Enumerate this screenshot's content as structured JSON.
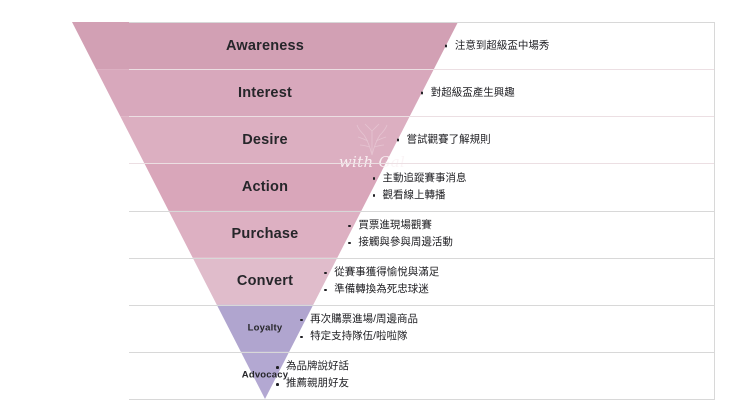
{
  "diagram": {
    "type": "inverted-funnel",
    "title_visible": false,
    "watermark": {
      "text": "with Gal",
      "mark_name": "floral-sketch-mark"
    },
    "colors": {
      "stage_1": "#d2a0b4",
      "stage_2": "#d8a8bc",
      "stage_3": "#dcafc1",
      "stage_4": "#d9a6ba",
      "stage_5": "#ddb0c2",
      "stage_6": "#e0bccb",
      "stage_7": "#b0a5cf",
      "stage_8": "#b3a8d2",
      "divider": "#d8d8d8",
      "divider_tint": "#ecdfe3",
      "text": "#1e1e22",
      "background": "#ffffff"
    },
    "stages": [
      {
        "label": "Awareness",
        "label_size": "big",
        "fill": "#d2a0b4",
        "bullets": [
          "注意到超級盃中場秀"
        ]
      },
      {
        "label": "Interest",
        "label_size": "big",
        "fill": "#d8a8bc",
        "bullets": [
          "對超級盃產生興趣"
        ]
      },
      {
        "label": "Desire",
        "label_size": "big",
        "fill": "#dcafc1",
        "bullets": [
          "嘗試觀賽了解規則"
        ]
      },
      {
        "label": "Action",
        "label_size": "big",
        "fill": "#d9a6ba",
        "bullets": [
          "主動追蹤賽事消息",
          "觀看線上轉播"
        ]
      },
      {
        "label": "Purchase",
        "label_size": "big",
        "fill": "#ddb0c2",
        "bullets": [
          "買票進現場觀賽",
          "接觸與參與周邊活動"
        ]
      },
      {
        "label": "Convert",
        "label_size": "big",
        "fill": "#e0bccb",
        "bullets": [
          "從賽事獲得愉悅與滿足",
          "準備轉換為死忠球迷"
        ]
      },
      {
        "label": "Loyalty",
        "label_size": "small",
        "fill": "#b0a5cf",
        "bullets": [
          "再次購票進場/周邊商品",
          "特定支持隊伍/啦啦隊"
        ]
      },
      {
        "label": "Advocacy",
        "label_size": "small",
        "fill": "#b3a8d2",
        "bullets": [
          "為品牌說好話",
          "推薦親朋好友"
        ]
      }
    ]
  }
}
